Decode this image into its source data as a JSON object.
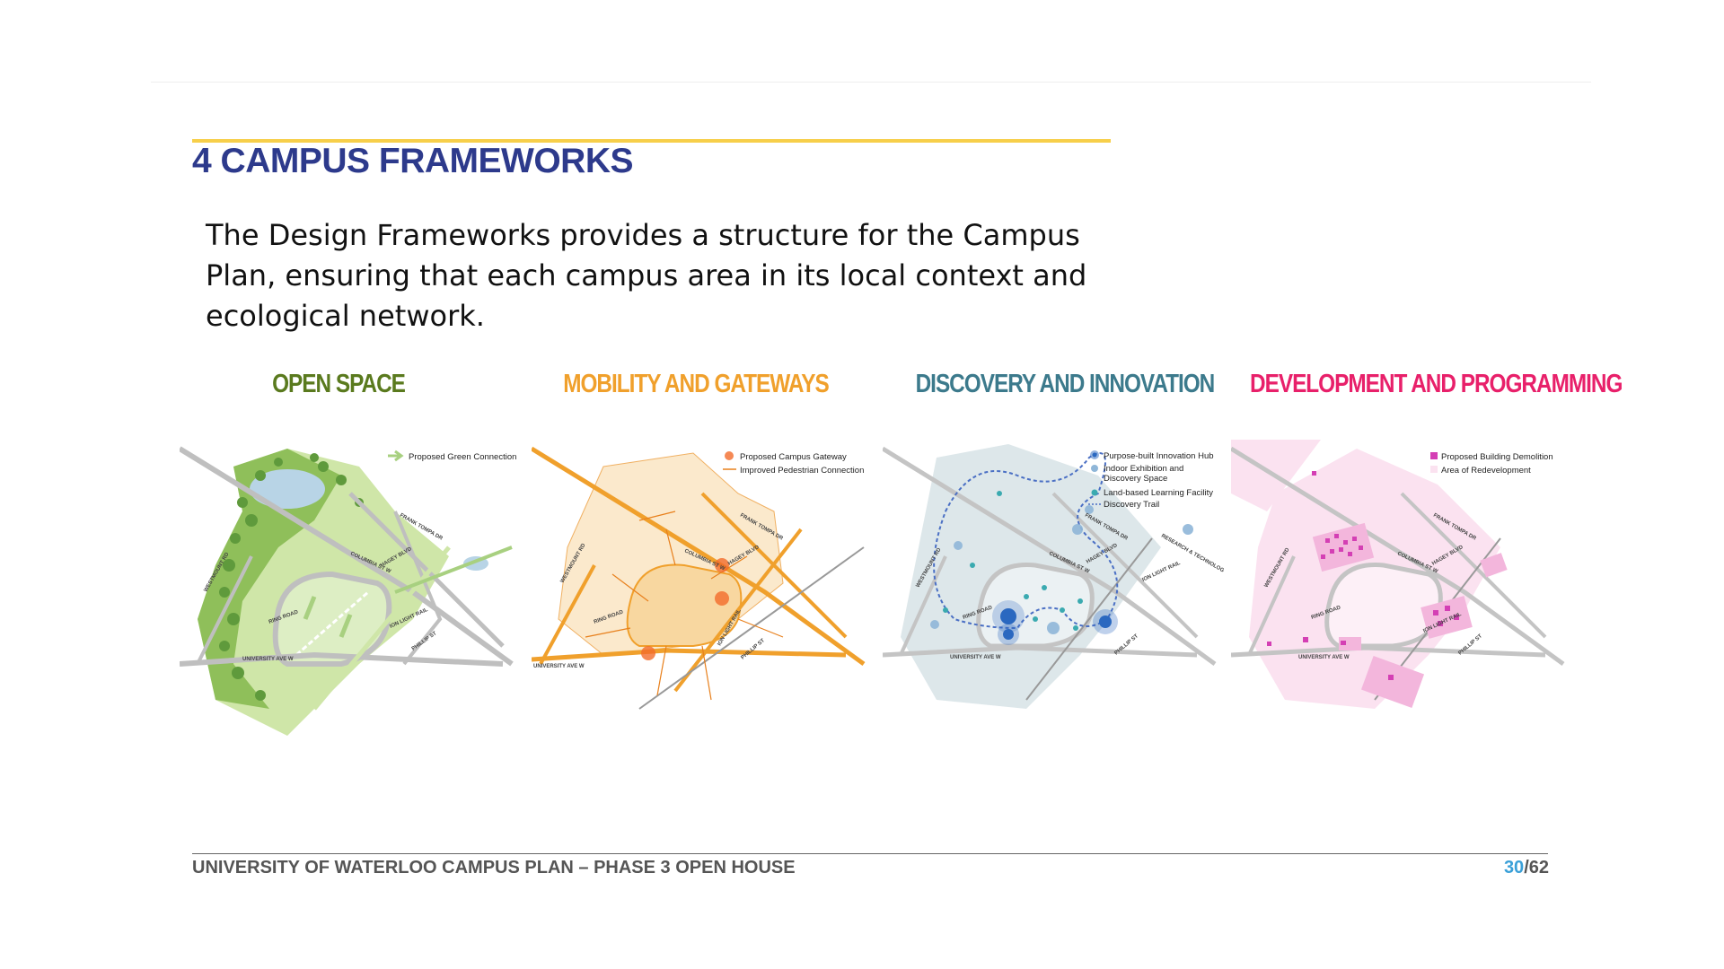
{
  "header": {
    "title": "4 CAMPUS FRAMEWORKS"
  },
  "intro": {
    "text": "The Design Frameworks provides a structure for the Campus Plan, ensuring that each campus area in its local context and ecological network."
  },
  "frameworks": [
    {
      "title": "OPEN SPACE",
      "color": "#5a7a1e",
      "legend": [
        "Proposed Green Connection"
      ]
    },
    {
      "title": "MOBILITY AND GATEWAYS",
      "color": "#f0a02c",
      "legend": [
        "Proposed Campus Gateway",
        "Improved Pedestrian Connection"
      ]
    },
    {
      "title": "DISCOVERY AND INNOVATION",
      "color": "#3c7a8c",
      "legend": [
        "Purpose-built Innovation Hub",
        "Indoor Exhibition and",
        "Discovery Space",
        "Land-based Learning Facility",
        "Discovery Trail"
      ]
    },
    {
      "title": "DEVELOPMENT AND PROGRAMMING",
      "color": "#e8206a",
      "legend": [
        "Proposed Building Demolition",
        "Area of Redevelopment"
      ]
    }
  ],
  "map_labels": {
    "westmount": "WESTMOUNT RD",
    "ring": "RING ROAD",
    "columbia": "COLUMBIA ST W",
    "hagey": "HAGEY BLVD",
    "frank": "FRANK TOMPA DR",
    "ion": "ION LIGHT RAIL",
    "phillip": "PHILLIP ST",
    "university": "UNIVERSITY AVE W",
    "research": "RESEARCH & TECHNOLOGY PARK"
  },
  "footer": {
    "text": "UNIVERSITY OF WATERLOO CAMPUS PLAN – PHASE 3 OPEN HOUSE",
    "page_current": "30",
    "page_total": "/62"
  }
}
